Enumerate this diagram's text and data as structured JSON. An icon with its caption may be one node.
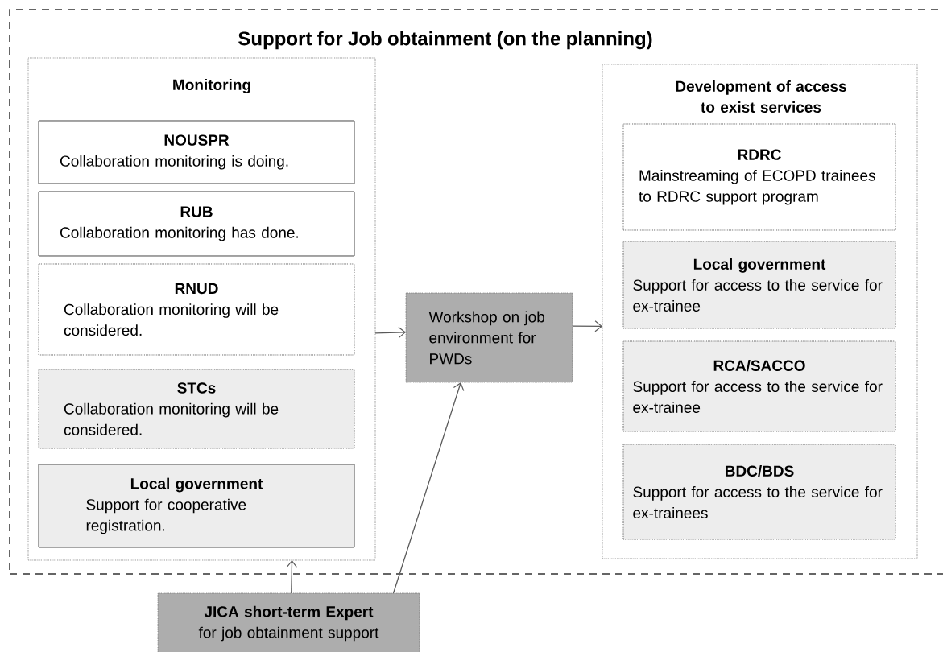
{
  "diagram": {
    "nodes": [
      {
        "text": [
          "Support for Job obtainment (on the planning)"
        ]
      },
      {
        "text": [
          "Monitoring"
        ],
        "in": 0
      },
      {
        "text": [
          "NOUSPR",
          "Collaboration monitoring is doing."
        ],
        "in": 1
      },
      {
        "text": [
          "RUB",
          "Collaboration monitoring has done."
        ],
        "in": 1
      },
      {
        "text": [
          "RNUD",
          "Collaboration monitoring will be considered."
        ],
        "in": 1
      },
      {
        "text": [
          "STCs",
          "Collaboration monitoring will be considered."
        ],
        "in": 1
      },
      {
        "text": [
          "Local government",
          "Support for cooperative registration."
        ],
        "in": 1
      },
      {
        "text": [
          "Workshop on job environment for PWDs"
        ],
        "in": 0
      },
      {
        "text": [
          "Development of access to exist services"
        ],
        "in": 0
      },
      {
        "text": [
          "RDRC",
          "Mainstreaming of ECOPD trainees to RDRC support program"
        ],
        "in": 8
      },
      {
        "text": [
          "Local government",
          "Support for access to the service for ex-trainee"
        ],
        "in": 8
      },
      {
        "text": [
          "RCA/SACCO",
          "Support for access to the service for ex-trainee"
        ],
        "in": 8
      },
      {
        "text": [
          "BDC/BDS",
          "Support for access to the service for ex-trainees"
        ],
        "in": 8
      },
      {
        "text": [
          "JICA short-term Expert",
          "for job obtainment support"
        ]
      }
    ],
    "edges": [
      {
        "from": 1,
        "to": 7,
        "arrow": "to"
      },
      {
        "from": 7,
        "to": 8,
        "arrow": "to"
      },
      {
        "from": 13,
        "to": 1,
        "arrow": "to"
      },
      {
        "from": 13,
        "to": 7,
        "arrow": "to"
      }
    ]
  }
}
